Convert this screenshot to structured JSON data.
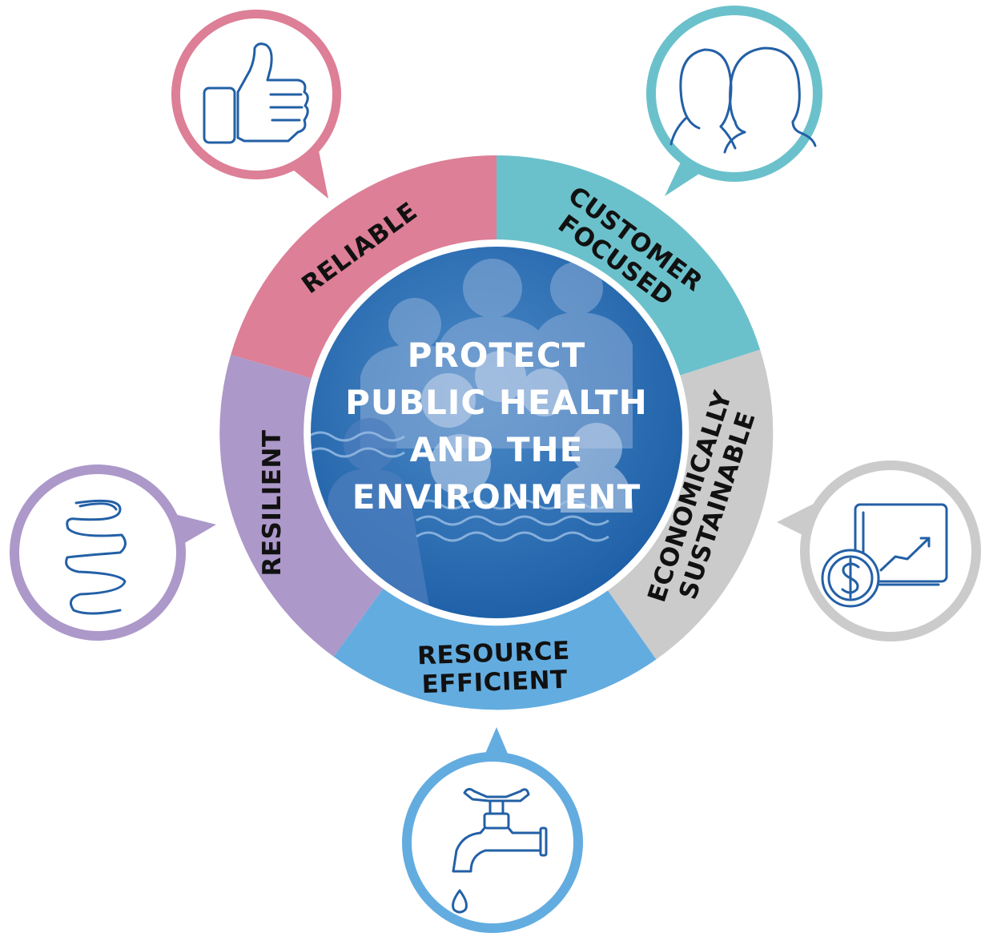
{
  "center": {
    "lines": [
      "PROTECT",
      "PUBLIC HEALTH",
      "AND THE",
      "ENVIRONMENT"
    ]
  },
  "segments": {
    "reliable": {
      "label": "RELIABLE",
      "color": "#DC7F97",
      "icon": "thumbs-up-icon"
    },
    "customer_focused": {
      "label_lines": [
        "CUSTOMER",
        "FOCUSED"
      ],
      "color": "#6BC1CB",
      "icon": "people-icon"
    },
    "economically_sustainable": {
      "label_lines": [
        "ECONOMICALLY",
        "SUSTAINABLE"
      ],
      "color": "#CBCBCB",
      "icon": "dollar-growth-icon"
    },
    "resource_efficient": {
      "label_lines": [
        "RESOURCE",
        "EFFICIENT"
      ],
      "color": "#63ACE0",
      "icon": "water-faucet-icon"
    },
    "resilient": {
      "label": "RESILIENT",
      "color": "#AC98C9",
      "icon": "spring-icon"
    }
  },
  "colors": {
    "icon_stroke": "#2360A6",
    "center_dark": "#1F5FA8",
    "center_light": "#3E7FC0"
  }
}
